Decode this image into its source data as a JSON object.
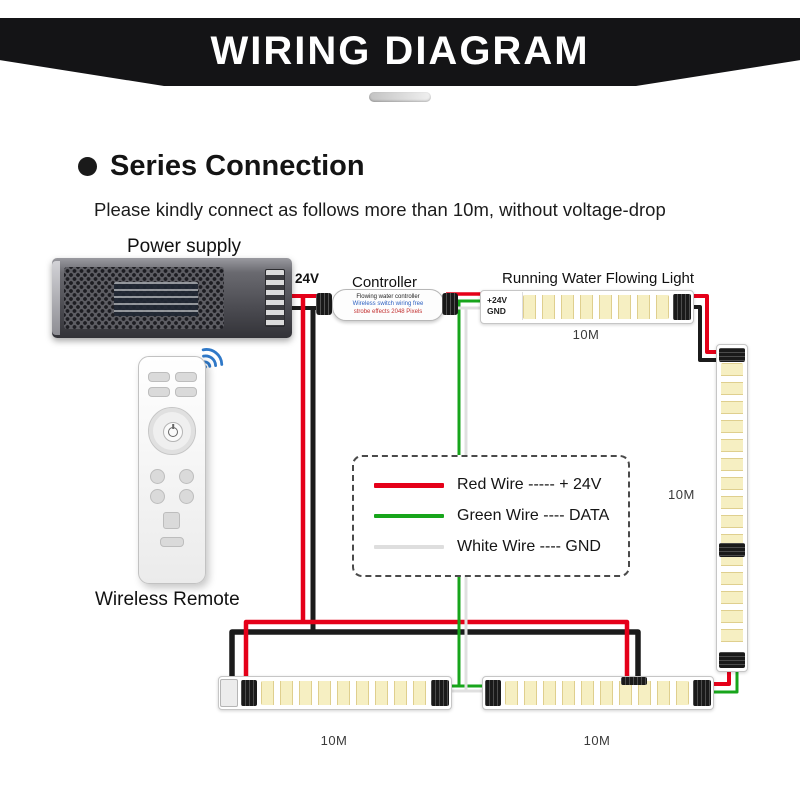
{
  "banner": {
    "title": "WIRING DIAGRAM"
  },
  "section": {
    "title": "Series Connection",
    "subtitle": "Please kindly connect as follows more than 10m, without voltage-drop"
  },
  "power_supply": {
    "label": "Power supply",
    "voltage": "24V"
  },
  "controller": {
    "label": "Controller",
    "lines": [
      "Flowing water controller",
      "Wireless switch wiring free",
      "strobe effects 2048 Pixels"
    ]
  },
  "strips": {
    "top": {
      "title": "Running Water Flowing Light",
      "plus": "+24V",
      "gnd": "GND",
      "length": "10M"
    },
    "right": {
      "length": "10M"
    },
    "bottom_left": {
      "length": "10M"
    },
    "bottom_right": {
      "length": "10M"
    }
  },
  "remote": {
    "label": "Wireless Remote"
  },
  "legend": {
    "items": [
      {
        "label": "Red Wire ----- + 24V",
        "color": "#e50019"
      },
      {
        "label": "Green Wire ---- DATA",
        "color": "#17a51b"
      },
      {
        "label": "White Wire ---- GND",
        "color": "#dedede"
      }
    ]
  },
  "wires": {
    "red": "#e50019",
    "green": "#17a51b",
    "white": "#e0e0e0",
    "black": "#1b1b1b"
  }
}
